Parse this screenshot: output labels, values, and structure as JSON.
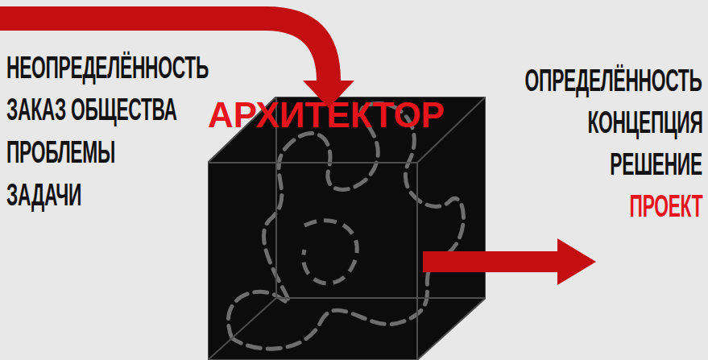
{
  "diagram": {
    "nodes": [
      {
        "text": [
          "АРХИТЕКТОР"
        ]
      }
    ],
    "labels": [
      "НЕОПРЕДЕЛЁННОСТЬ",
      "ЗАКАЗ ОБЩЕСТВА",
      "ПРОБЛЕМЫ",
      "ЗАДАЧИ",
      "ОПРЕДЕЛЁННОСТЬ",
      "КОНЦЕПЦИЯ",
      "РЕШЕНИЕ",
      "ПРОЕКТ"
    ]
  }
}
